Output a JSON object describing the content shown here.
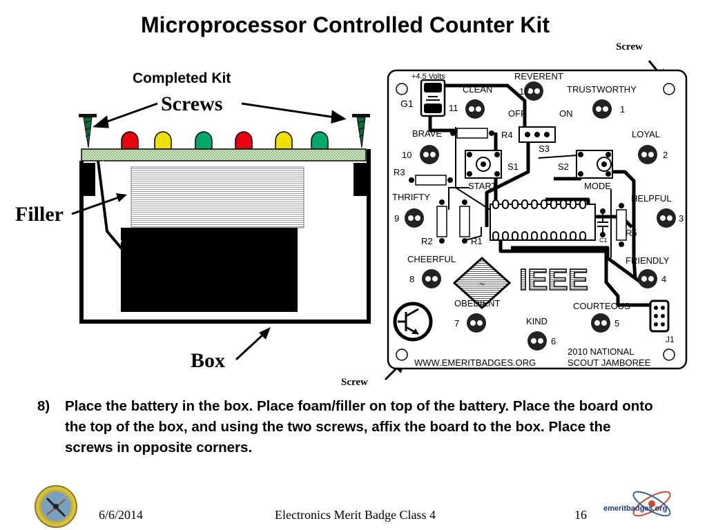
{
  "slide": {
    "title": "Microprocessor Controlled Counter Kit",
    "completed_kit_label": "Completed Kit",
    "screws_label": "Screws",
    "filler_label": "Filler",
    "box_label": "Box",
    "screw_top_label": "Screw",
    "screw_bottom_label": "Screw",
    "step_number": "8)",
    "step_text": "Place the battery in the box.  Place foam/filler on top of the battery.  Place the board onto the top of the box, and using the two screws, affix the board to the box.  Place the screws in opposite corners."
  },
  "board": {
    "battery": "+4.5 Volts",
    "g1": "G1",
    "reverent": "REVERENT",
    "clean": "CLEAN",
    "trustworthy": "TRUSTWORTHY",
    "off": "OFF",
    "on": "ON",
    "brave": "BRAVE",
    "r4": "R4",
    "s3": "S3",
    "loyal": "LOYAL",
    "s1": "S1",
    "s2": "S2",
    "r3": "R3",
    "start": "START",
    "mode": "MODE",
    "thrifty": "THRIFTY",
    "helpful": "HELPFUL",
    "r2": "R2",
    "r1": "R1",
    "r5": "R5",
    "c1": "C1",
    "cheerful": "CHEERFUL",
    "friendly": "FRIENDLY",
    "obedient": "OBEDIENT",
    "courteous": "COURTEOUS",
    "kind": "KIND",
    "ieee": "IEEE",
    "url": "WWW.EMERITBADGES.ORG",
    "event_line1": "2010 NATIONAL",
    "event_line2": "SCOUT JAMBOREE",
    "j1": "J1",
    "numbers": [
      "1",
      "2",
      "3",
      "4",
      "5",
      "6",
      "7",
      "8",
      "9",
      "10",
      "11",
      "12"
    ]
  },
  "footer": {
    "date": "6/6/2014",
    "center": "Electronics Merit Badge Class 4",
    "page": "16",
    "logo_text": "emeritbadges.org"
  },
  "colors": {
    "led_red": "#e8000e",
    "led_yellow": "#f0e000",
    "led_green": "#00a86b",
    "pcb_green": "#cfe8c0"
  }
}
